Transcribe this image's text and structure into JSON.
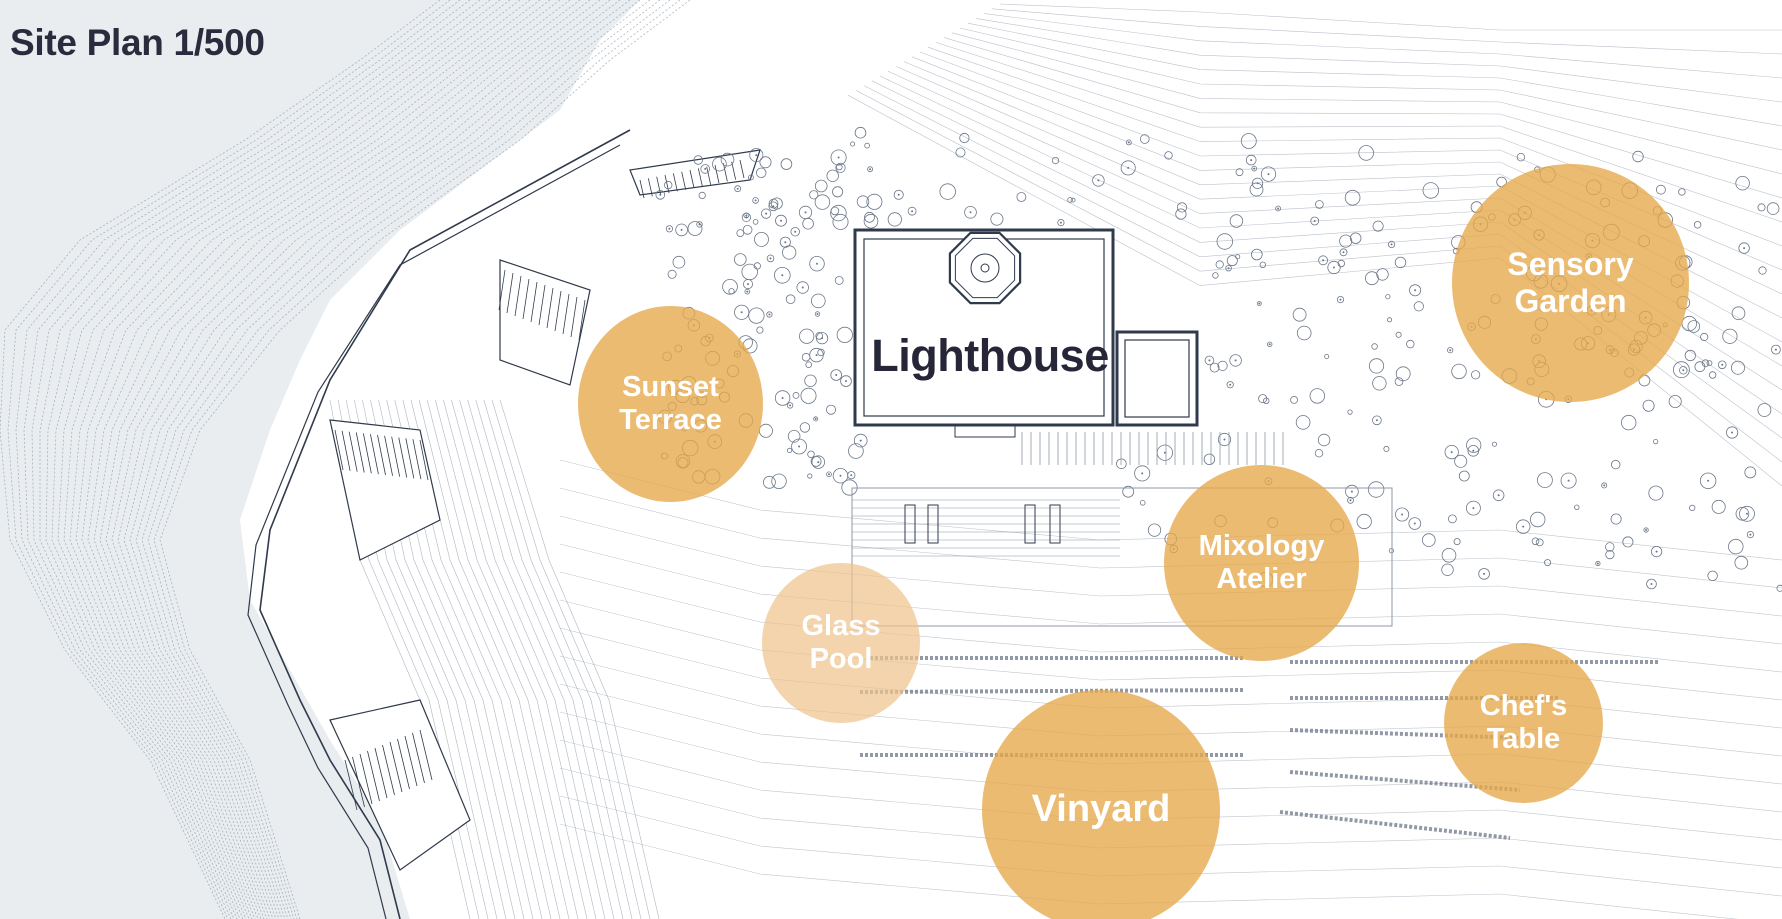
{
  "plan": {
    "title": "Site Plan 1/500",
    "building": "Lighthouse",
    "colors": {
      "sea": "#e9edf0",
      "contour": "#8d98a6",
      "structure": "#2f3a4c",
      "vegetation": "#6b7788",
      "zone": "#e6a84a",
      "zone_light": "#efc68b",
      "text_dark": "#262638"
    }
  },
  "zones": [
    {
      "id": "sunset-terrace",
      "label": "Sunset Terrace"
    },
    {
      "id": "sensory-garden",
      "label": "Sensory Garden"
    },
    {
      "id": "mixology-atelier",
      "label": "Mixology Atelier"
    },
    {
      "id": "glass-pool",
      "label": "Glass Pool"
    },
    {
      "id": "chefs-table",
      "label": "Chef's Table"
    },
    {
      "id": "vinyard",
      "label": "Vinyard"
    }
  ]
}
